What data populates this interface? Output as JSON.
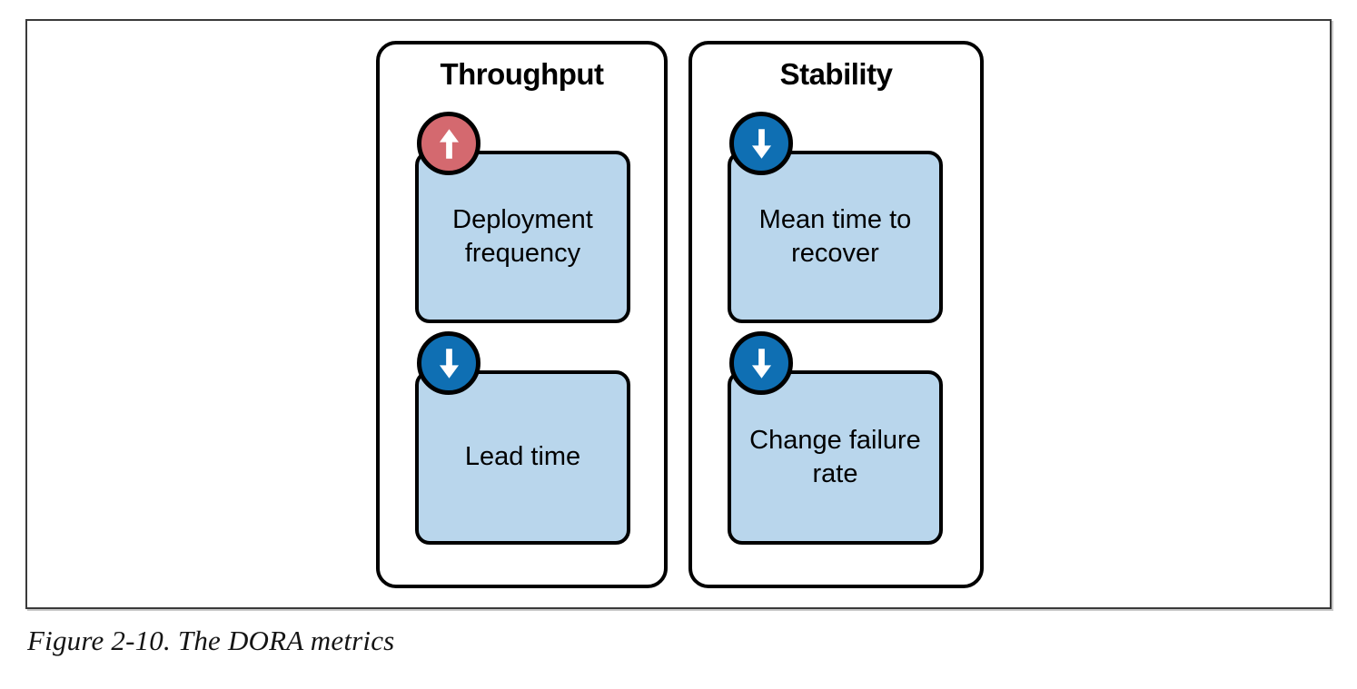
{
  "caption": "Figure 2-10. The DORA metrics",
  "diagram": {
    "panels": [
      {
        "title": "Throughput",
        "boxes": [
          {
            "label": "Deployment frequency",
            "trend": "up"
          },
          {
            "label": "Lead time",
            "trend": "down"
          }
        ]
      },
      {
        "title": "Stability",
        "boxes": [
          {
            "label": "Mean time to recover",
            "trend": "down"
          },
          {
            "label": "Change failure rate",
            "trend": "down"
          }
        ]
      }
    ],
    "colors": {
      "metric_box_fill": "#b9d6ec",
      "badge_up_fill": "#d4696f",
      "badge_down_fill": "#0f6fb3",
      "arrow": "#ffffff",
      "shape_border": "#000000",
      "frame_border": "#3a3a3a"
    }
  }
}
